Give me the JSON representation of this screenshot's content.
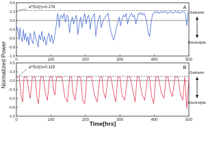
{
  "figure": {
    "shared_ylabel": "Normalized Power",
    "shared_xlabel": "Time[hrs]",
    "side_labels": {
      "top": "Galvanic",
      "bottom": "Electrolytic"
    }
  },
  "chart_data": [
    {
      "type": "line",
      "panel_label": "A",
      "annotation": "a*SU(r)=0.276",
      "threshold": 0.276,
      "xlim": [
        0,
        500
      ],
      "ylim": [
        -1.0,
        0.5
      ],
      "xticks": [
        0,
        100,
        200,
        300,
        400,
        500
      ],
      "yticks": [
        0.5,
        0.25,
        0.0,
        -0.25,
        -0.5,
        -0.75,
        -1.0
      ],
      "ytick_labels": [
        "0.5",
        "0.3",
        "0.0",
        "-0.3",
        "-0.5",
        "-0.8",
        "-1.0"
      ],
      "reference_line": 0.0,
      "color": "#4a6fd6",
      "series": [
        {
          "x": [
            0,
            5,
            8,
            10,
            14,
            17,
            20,
            23,
            26,
            30,
            33,
            36,
            40,
            44,
            48,
            52,
            56,
            60,
            63,
            66,
            70,
            74,
            78,
            82,
            86,
            90,
            94,
            98,
            102,
            106,
            110,
            113,
            116,
            118,
            120,
            122,
            124,
            127,
            130,
            134,
            138,
            142,
            146,
            150,
            154,
            158,
            162,
            166,
            170,
            174,
            178,
            182,
            186,
            190,
            194,
            198,
            202,
            206,
            210,
            214,
            218,
            222,
            226,
            230,
            234,
            238,
            242,
            246,
            250,
            254,
            258,
            262,
            266,
            270,
            274,
            278,
            282,
            286,
            290,
            294,
            298,
            302,
            306,
            310,
            314,
            318,
            322,
            326,
            330,
            334,
            338,
            342,
            346,
            350,
            354,
            358,
            362,
            366,
            370,
            374,
            378,
            382,
            386,
            390,
            394,
            398,
            402,
            406,
            410,
            414,
            418,
            422,
            426,
            430,
            434,
            438,
            442,
            446,
            450,
            454,
            458,
            462,
            466,
            470,
            474,
            478,
            482,
            486,
            490,
            494,
            498,
            500
          ],
          "y": [
            -0.15,
            -0.3,
            -0.55,
            -0.2,
            -0.5,
            -0.6,
            -0.25,
            -0.55,
            -0.35,
            -0.6,
            -0.45,
            -0.7,
            -0.35,
            -0.55,
            -0.65,
            -0.3,
            -0.5,
            -0.6,
            -0.75,
            -0.4,
            -0.55,
            -0.3,
            -0.6,
            -0.45,
            -0.7,
            -0.5,
            -0.35,
            -0.6,
            -0.4,
            -0.65,
            -0.5,
            -0.3,
            -0.1,
            0.1,
            0.2,
            0.05,
            -0.2,
            0.1,
            0.15,
            0.05,
            0.2,
            -0.05,
            0.15,
            0.1,
            -0.35,
            -0.05,
            0.1,
            -0.1,
            0.05,
            0.15,
            -0.4,
            -0.1,
            0.1,
            -0.2,
            0.05,
            0.2,
            -0.1,
            0.1,
            0.15,
            -0.25,
            0.05,
            0.1,
            0.2,
            -0.45,
            -0.15,
            0.05,
            0.15,
            -0.2,
            -0.05,
            0.05,
            0.1,
            0.15,
            0.2,
            -0.1,
            -0.3,
            -0.45,
            -0.55,
            -0.4,
            -0.2,
            -0.05,
            0.1,
            -0.15,
            0.05,
            0.15,
            0.1,
            0.2,
            -0.1,
            0.05,
            0.15,
            0.2,
            0.1,
            0.15,
            -0.1,
            0.05,
            0.2,
            0.18,
            0.22,
            0.15,
            0.2,
            0.1,
            -0.05,
            -0.35,
            -0.45,
            -0.1,
            0.15,
            0.2,
            0.25,
            0.22,
            0.25,
            0.2,
            0.24,
            0.22,
            0.25,
            0.23,
            0.25,
            0.2,
            0.22,
            0.25,
            0.23,
            0.2,
            0.24,
            0.25,
            0.22,
            0.25,
            0.2,
            0.23,
            0.25,
            0.24,
            0.2,
            -0.15,
            0.22,
            0.25
          ]
        }
      ]
    },
    {
      "type": "line",
      "panel_label": "B",
      "annotation": "a*SU(r)=0.119",
      "threshold": 0.119,
      "xlim": [
        0,
        500
      ],
      "ylim": [
        -1.0,
        0.5
      ],
      "xticks": [
        0,
        100,
        200,
        300,
        400,
        500
      ],
      "yticks": [
        0.5,
        0.25,
        0.0,
        -0.25,
        -0.5,
        -0.75,
        -1.0
      ],
      "ytick_labels": [
        "0.5",
        "0.3",
        "0.0",
        "-0.3",
        "-0.5",
        "-0.8",
        "-1.0"
      ],
      "reference_line": 0.0,
      "color": "#e0405a",
      "series": [
        {
          "x": [
            0,
            8,
            14,
            18,
            22,
            30,
            36,
            40,
            46,
            54,
            60,
            64,
            70,
            78,
            84,
            90,
            96,
            104,
            108,
            112,
            116,
            124,
            132,
            140,
            148,
            154,
            160,
            164,
            170,
            178,
            186,
            192,
            198,
            204,
            210,
            218,
            226,
            234,
            242,
            248,
            252,
            258,
            266,
            274,
            282,
            288,
            294,
            300,
            306,
            314,
            322,
            330,
            338,
            344,
            350,
            356,
            364,
            372,
            380,
            386,
            392,
            398,
            404,
            412,
            420,
            428,
            434,
            440,
            446,
            452,
            460,
            468,
            476,
            482,
            488,
            494,
            500
          ],
          "y": [
            0.1,
            0.1,
            -0.45,
            -0.6,
            0.1,
            0.1,
            -0.3,
            -0.5,
            0.1,
            0.1,
            -0.5,
            -0.65,
            0.1,
            0.1,
            -0.35,
            -0.55,
            0.1,
            0.1,
            -0.3,
            -0.4,
            0.1,
            0.1,
            0.1,
            -0.45,
            -0.6,
            0.1,
            0.1,
            -0.35,
            -0.55,
            0.1,
            0.1,
            -0.55,
            -0.65,
            0.1,
            0.1,
            0.1,
            -0.4,
            -0.6,
            0.1,
            0.1,
            -0.3,
            -0.5,
            0.1,
            0.1,
            -0.35,
            -0.6,
            0.1,
            0.1,
            -0.4,
            -0.55,
            0.1,
            0.1,
            -0.3,
            -0.6,
            0.1,
            0.1,
            -0.4,
            -0.55,
            0.1,
            0.1,
            -0.45,
            -0.65,
            0.1,
            0.1,
            -0.35,
            -0.5,
            0.1,
            0.1,
            -0.3,
            -0.45,
            0.1,
            0.1,
            -0.4,
            -0.55,
            0.1,
            -0.8,
            0.1
          ]
        }
      ]
    }
  ]
}
